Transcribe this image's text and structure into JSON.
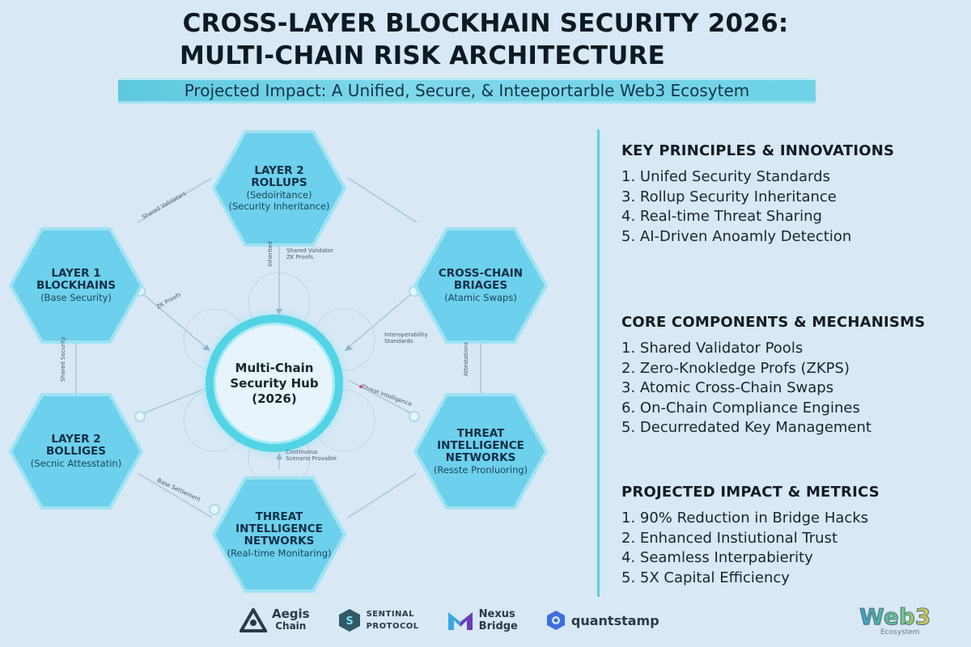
{
  "header": {
    "title_line1": "CROSS-LAYER BLOCKHAIN SECURITY 2026:",
    "title_line2": "MULTI-CHAIN RISK ARCHITECTURE",
    "subtitle": "Projected Impact: A Unified, Secure, & Inteeportarble Web3 Ecosytem"
  },
  "diagram": {
    "hub": {
      "line1": "Multi-Chain",
      "line2": "Security Hub",
      "line3": "(2026)"
    },
    "nodes": [
      {
        "id": "top",
        "title1": "LAYER 2",
        "title2": "ROLLUPS",
        "sub1": "(Sedoiritance)",
        "sub2": "(Security Inheritance)"
      },
      {
        "id": "upper-left",
        "title1": "LAYER 1",
        "title2": "BLOCKHAINS",
        "sub1": "(Base Security)"
      },
      {
        "id": "upper-right",
        "title1": "CROSS-CHAIN",
        "title2": "BRIAGES",
        "sub1": "(Atamic Swaps)"
      },
      {
        "id": "lower-left",
        "title1": "LAYER 2",
        "title2": "BOLLIGES",
        "sub1": "(Secnic Attesstatin)"
      },
      {
        "id": "lower-right",
        "title1": "THREAT",
        "title2": "INTELLIGENCE",
        "title3": "NETWORKS",
        "sub1": "(Resste Pronluoring)"
      },
      {
        "id": "bottom",
        "title1": "THREAT",
        "title2": "INTELLIGENCE",
        "title3": "NETWORKS",
        "sub1": "(Real-time Monitaring)"
      }
    ],
    "edge_labels": {
      "top_left": "Shared Validators",
      "top_vertical": "Inherited",
      "top_hub_1": "Shared Validator",
      "top_hub_2": "ZK Proofs",
      "left_hub": "ZK Proofs",
      "right_hub_1": "Interoperability",
      "right_hub_2": "Standards",
      "left_vertical": "Shared Security",
      "right_vertical": "Attestations",
      "lower_right_hub": "Threat Intelligence",
      "bottom_hub_1": "Continuous",
      "bottom_hub_2": "Scenario Provable",
      "bottom_left": "Base Settlement"
    }
  },
  "sidebar": {
    "sections": [
      {
        "heading": "KEY PRINCIPLES & INNOVATIONS",
        "items": [
          "1. Unifed Security Standards",
          "3. Rollup Security Inheritance",
          "4. Real-time Threat Sharing",
          "5. AI-Driven Anoamly Detection"
        ]
      },
      {
        "heading": "CORE COMPONENTS & MECHANISMS",
        "items": [
          "1. Shared Validator Pools",
          "2. Zero-Knokledge Profs (ZKPS)",
          "3. Atomic Cross-Chain Swaps",
          "6. On-Chain Compliance Engines",
          "5. Decurredated Key Management"
        ]
      },
      {
        "heading": "PROJECTED IMPACT & METRICS",
        "items": [
          "1. 90% Reduction in Bridge Hacks",
          "2. Enhanced Instiutional Trust",
          "4. Seamless Interpabierity",
          "5. 5X Capital Efficiency"
        ]
      }
    ]
  },
  "footer": {
    "logos": [
      {
        "icon": "aegis-logo-icon",
        "line1": "Aegis",
        "line2": "Chain"
      },
      {
        "icon": "sentinal-logo-icon",
        "line1": "SENTINAL",
        "line2": "PROTOCOL"
      },
      {
        "icon": "nexus-logo-icon",
        "line1": "Nexus",
        "line2": "Bridge"
      },
      {
        "icon": "quantstamp-logo-icon",
        "line1": "quantstamp"
      }
    ],
    "watermark": {
      "line1": "Web3",
      "line2": "Ecosystem"
    }
  },
  "colors": {
    "background": "#d8e8f5",
    "hex_fill": "#6dd0ec",
    "hex_border": "#9fe3f3",
    "hub_ring": "#53d3e6",
    "subtitle_bar": "#6fd2e6",
    "divider": "#5ed0e2",
    "text_dark": "#0d1a24"
  }
}
